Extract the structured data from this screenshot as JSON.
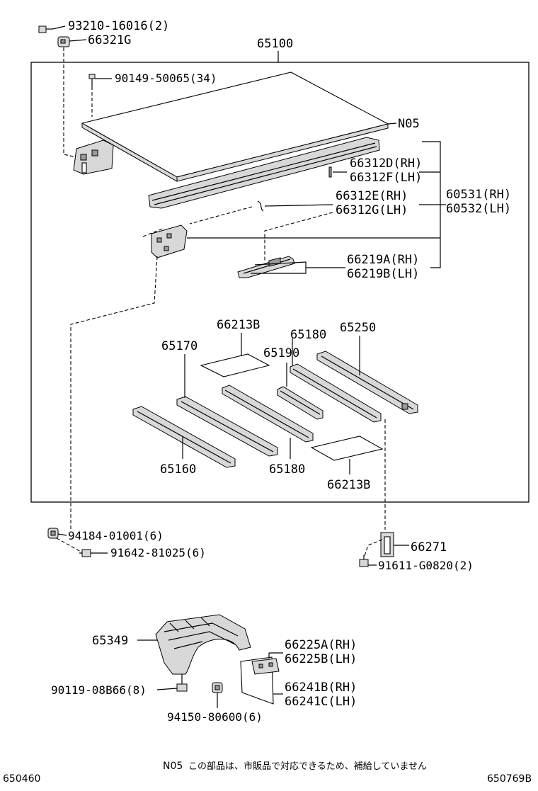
{
  "labels": {
    "l_9321016016": "93210-16016(2)",
    "l_66321G": "66321G",
    "l_65100": "65100",
    "l_9014950065": "90149-50065(34)",
    "l_N05": "N05",
    "l_66312D": "66312D(RH)",
    "l_66312F": "66312F(LH)",
    "l_66312E": "66312E(RH)",
    "l_66312G": "66312G(LH)",
    "l_60531": "60531(RH)",
    "l_60532": "60532(LH)",
    "l_66219A": "66219A(RH)",
    "l_66219B": "66219B(LH)",
    "l_66213B_top": "66213B",
    "l_65180_top": "65180",
    "l_65250": "65250",
    "l_65170": "65170",
    "l_65190": "65190",
    "l_65160": "65160",
    "l_65180_bot": "65180",
    "l_66213B_bot": "66213B",
    "l_9418401001": "94184-01001(6)",
    "l_9164281025": "91642-81025(6)",
    "l_66271": "66271",
    "l_91611G0820": "91611-G0820(2)",
    "l_65349": "65349",
    "l_66225A": "66225A(RH)",
    "l_66225B": "66225B(LH)",
    "l_9011908B66": "90119-08B66(8)",
    "l_66241B": "66241B(RH)",
    "l_66241C": "66241C(LH)",
    "l_9415080600": "94150-80600(6)"
  },
  "footer": {
    "left_code": "650460",
    "note_code": "N05",
    "note_text": "この部品は、市販品で対応できるため、補給していません",
    "right_code": "650769B"
  }
}
